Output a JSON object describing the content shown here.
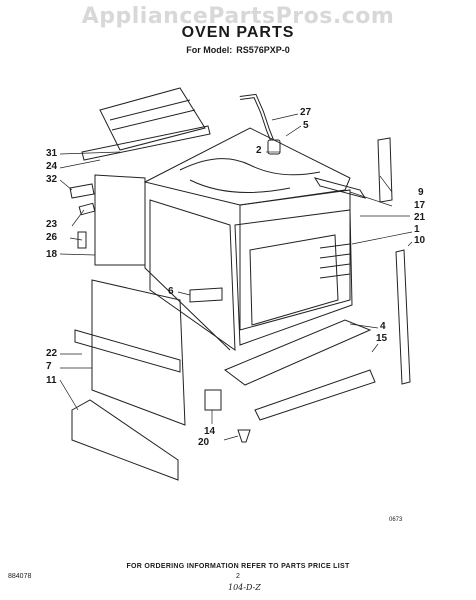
{
  "watermark": "AppliancePartsPros.com",
  "header": {
    "title": "OVEN PARTS",
    "model_prefix": "For Model:",
    "model_number": "RS576PXP-0"
  },
  "callouts": {
    "c27": "27",
    "c5": "5",
    "c2": "2",
    "c31": "31",
    "c24": "24",
    "c32": "32",
    "c9": "9",
    "c17": "17",
    "c21": "21",
    "c1": "1",
    "c10": "10",
    "c23": "23",
    "c26": "26",
    "c18": "18",
    "c6": "6",
    "c4": "4",
    "c15": "15",
    "c22": "22",
    "c7": "7",
    "c11": "11",
    "c14": "14",
    "c20": "20"
  },
  "ref_code": "0673",
  "footer": {
    "doc_code": "884078",
    "ordering_note": "FOR ORDERING INFORMATION REFER TO PARTS PRICE LIST",
    "page": "2",
    "handwritten": "104-D-Z"
  }
}
